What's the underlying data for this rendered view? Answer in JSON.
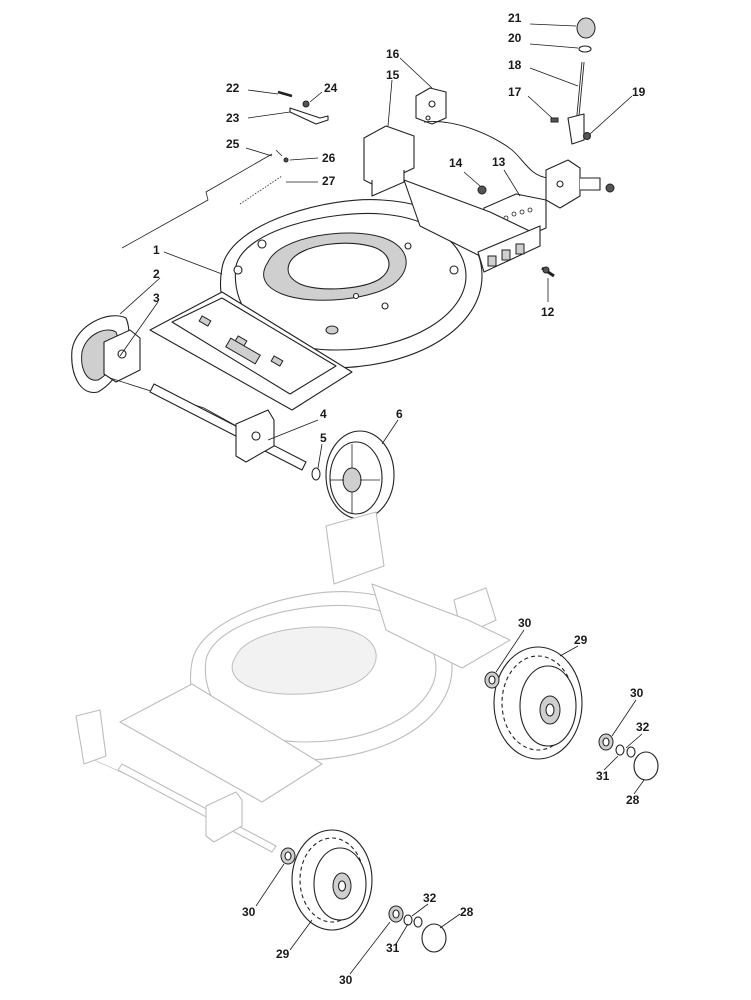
{
  "callouts": [
    {
      "id": "c21",
      "label": "21"
    },
    {
      "id": "c20",
      "label": "20"
    },
    {
      "id": "c18",
      "label": "18"
    },
    {
      "id": "c17",
      "label": "17"
    },
    {
      "id": "c19",
      "label": "19"
    },
    {
      "id": "c16",
      "label": "16"
    },
    {
      "id": "c15",
      "label": "15"
    },
    {
      "id": "c22",
      "label": "22"
    },
    {
      "id": "c24",
      "label": "24"
    },
    {
      "id": "c23",
      "label": "23"
    },
    {
      "id": "c25",
      "label": "25"
    },
    {
      "id": "c26",
      "label": "26"
    },
    {
      "id": "c27",
      "label": "27"
    },
    {
      "id": "c14",
      "label": "14"
    },
    {
      "id": "c13",
      "label": "13"
    },
    {
      "id": "c1",
      "label": "1"
    },
    {
      "id": "c2",
      "label": "2"
    },
    {
      "id": "c3",
      "label": "3"
    },
    {
      "id": "c12",
      "label": "12"
    },
    {
      "id": "c4",
      "label": "4"
    },
    {
      "id": "c5",
      "label": "5"
    },
    {
      "id": "c6",
      "label": "6"
    },
    {
      "id": "c30a",
      "label": "30"
    },
    {
      "id": "c29a",
      "label": "29"
    },
    {
      "id": "c30b",
      "label": "30"
    },
    {
      "id": "c32a",
      "label": "32"
    },
    {
      "id": "c31a",
      "label": "31"
    },
    {
      "id": "c28a",
      "label": "28"
    },
    {
      "id": "c30c",
      "label": "30"
    },
    {
      "id": "c29b",
      "label": "29"
    },
    {
      "id": "c32b",
      "label": "32"
    },
    {
      "id": "c28b",
      "label": "28"
    },
    {
      "id": "c31b",
      "label": "31"
    },
    {
      "id": "c30d",
      "label": "30"
    }
  ]
}
